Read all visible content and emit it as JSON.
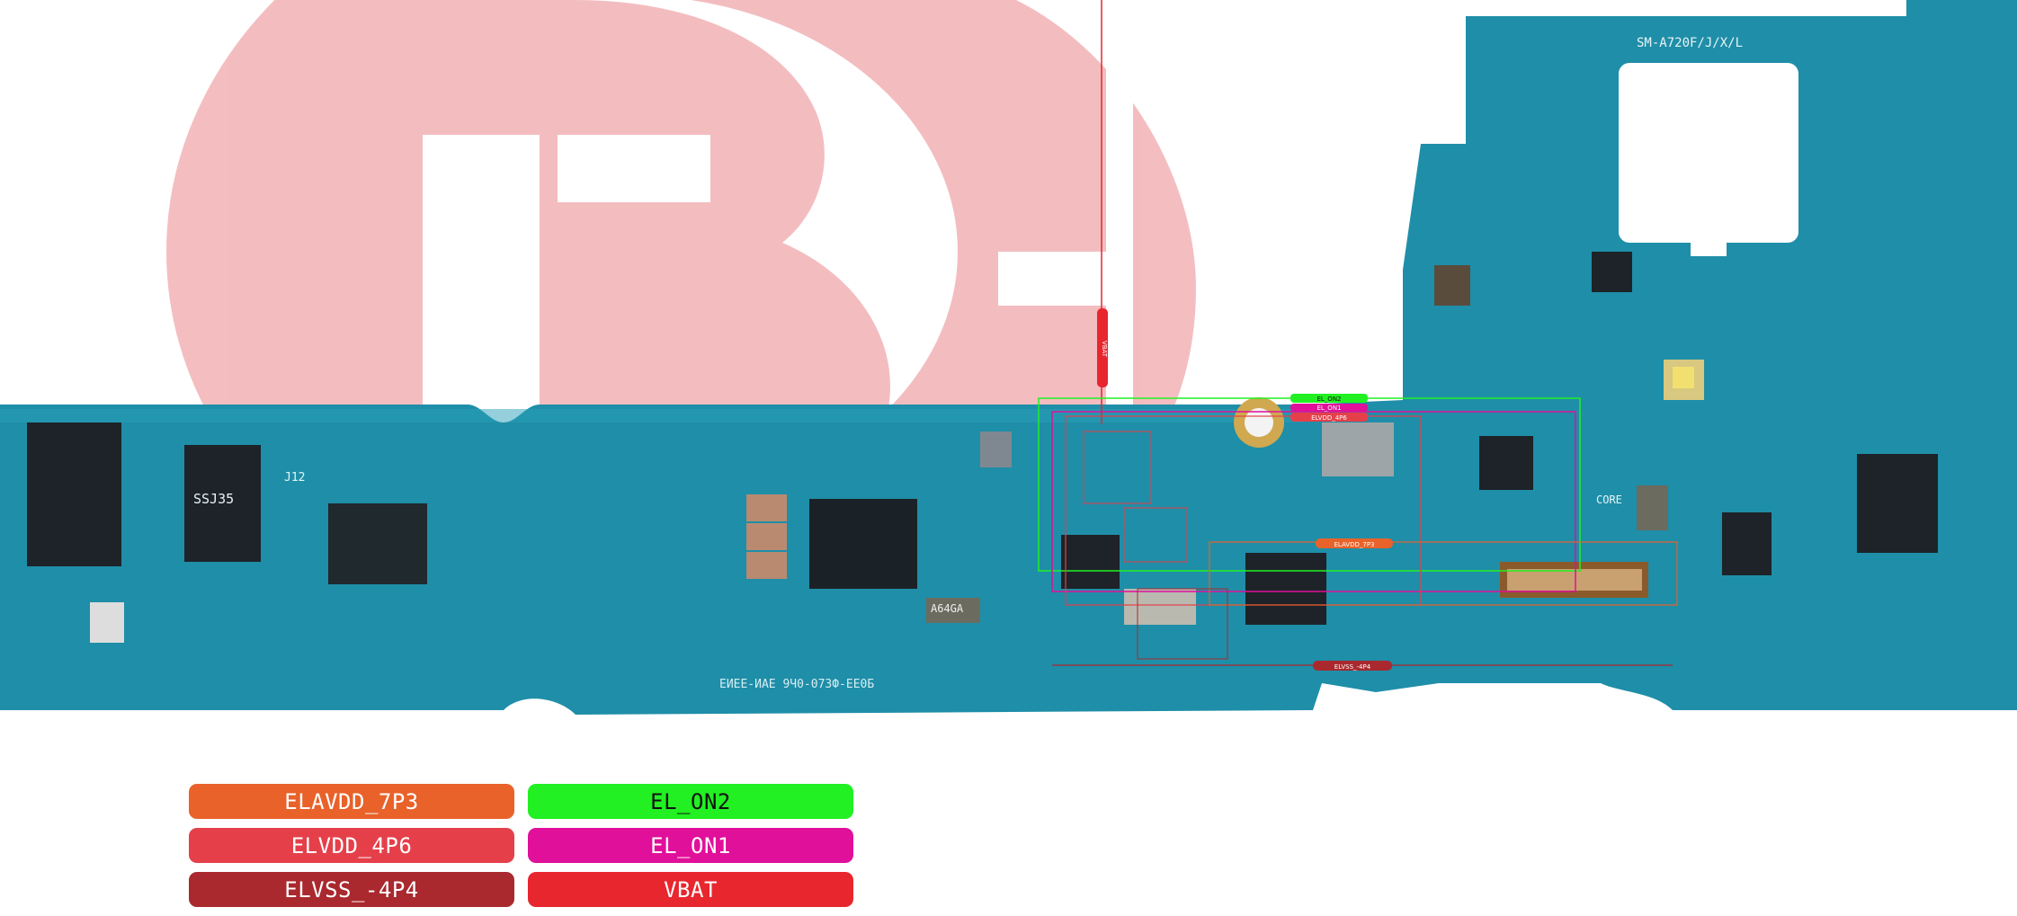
{
  "board": {
    "model_text": "SM-A720F/J/X/L",
    "silk_code": "ЕИЕЕ-ИАЕ 9Ч0-07ЗФ-ЕЕ0Б",
    "chip_label_left": "SSJ35",
    "chip_label_small": "A64GA",
    "marking_j12": "J12",
    "core_text": "CORE"
  },
  "colors": {
    "pcb": "#1f8ea8",
    "pcb_dark": "#176f86",
    "watermark": "#e4636b",
    "ELAVDD_7P3": "#e8622a",
    "ELVDD_4P6": "#e5404a",
    "ELVSS_-4P4": "#a9292e",
    "EL_ON2": "#22f022",
    "EL_ON1": "#e0109a",
    "VBAT": "#e8262e"
  },
  "net_tags": {
    "vbat": "VBAT",
    "el_on2": "EL_ON2",
    "el_on1": "EL_ON1",
    "elvdd": "ELVDD_4P6",
    "elavdd": "ELAVDD_7P3",
    "elvss": "ELVSS_-4P4"
  },
  "legend": {
    "elavdd_7p3": "ELAVDD_7P3",
    "elvdd_4p6": "ELVDD_4P6",
    "elvss_m4p4": "ELVSS_-4P4",
    "el_on2": "EL_ON2",
    "el_on1": "EL_ON1",
    "vbat": "VBAT"
  }
}
